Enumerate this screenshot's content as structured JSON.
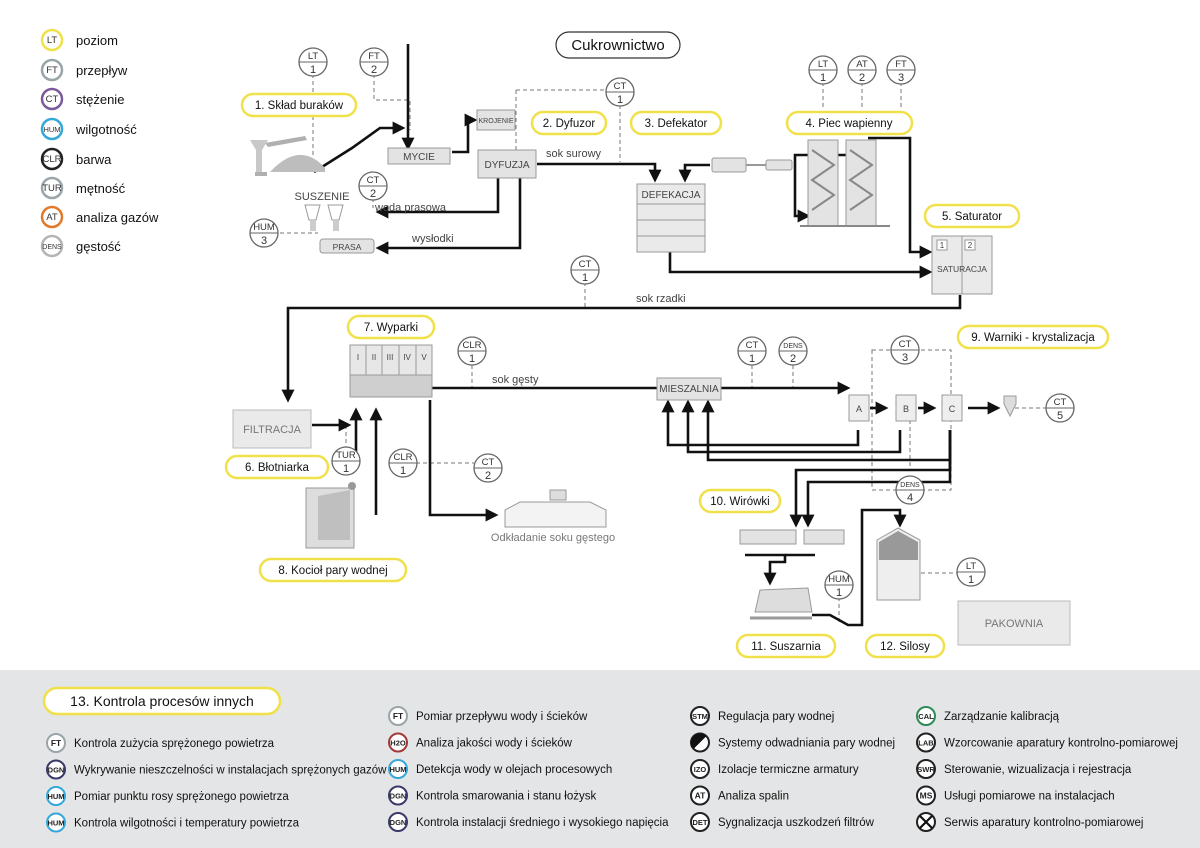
{
  "title": "Cukrownictwo",
  "legend": [
    {
      "code": "LT",
      "label": "poziom",
      "color": "#f0e14a"
    },
    {
      "code": "FT",
      "label": "przepływ",
      "color": "#9aa5a9"
    },
    {
      "code": "CT",
      "label": "stężenie",
      "color": "#7a5a9b"
    },
    {
      "code": "HUM",
      "label": "wilgotność",
      "color": "#34a8d8"
    },
    {
      "code": "CLR",
      "label": "barwa",
      "color": "#222222"
    },
    {
      "code": "TUR",
      "label": "mętność",
      "color": "#9aa5a9"
    },
    {
      "code": "AT",
      "label": "analiza gazów",
      "color": "#e07a2a"
    },
    {
      "code": "DENS",
      "label": "gęstość",
      "color": "#b5b5b5"
    }
  ],
  "stages": [
    "1. Skład buraków",
    "2. Dyfuzor",
    "3. Defekator",
    "4. Piec wapienny",
    "5. Saturator",
    "6. Błotniarka",
    "7. Wyparki",
    "8. Kocioł pary wodnej",
    "9. Warniki - krystalizacja",
    "10. Wirówki",
    "11. Suszarnia",
    "12. Silosy"
  ],
  "process_labels": {
    "suszenie": "SUSZENIE",
    "mycie": "MYCIE",
    "krojenie": "KROJENIE",
    "dyfuzja": "DYFUZJA",
    "prasa": "PRASA",
    "defekacja": "DEFEKACJA",
    "saturacja": "SATURACJA",
    "filtracja": "FILTRACJA",
    "mieszalnia": "MIESZALNIA",
    "pakownia": "PAKOWNIA",
    "odkladanie": "Odkładanie soku gęstego",
    "evaporator_cells": [
      "I",
      "II",
      "III",
      "IV",
      "V"
    ],
    "saturator_cells": [
      "1",
      "2"
    ],
    "crystallizers": [
      "A",
      "B",
      "C"
    ]
  },
  "flow_labels": {
    "woda_prasowa": "woda prasowa",
    "wyslodki": "wysłodki",
    "sok_surowy": "sok surowy",
    "sok_rzadki": "sok rzadki",
    "sok_gesty": "sok gęsty"
  },
  "instruments": [
    {
      "id": "lt1-sklad",
      "sym": "LT",
      "num": "1"
    },
    {
      "id": "ft2-sklad",
      "sym": "FT",
      "num": "2"
    },
    {
      "id": "ct2-prasa",
      "sym": "CT",
      "num": "2"
    },
    {
      "id": "hum3-prasa",
      "sym": "HUM",
      "num": "3"
    },
    {
      "id": "ct1-dyfuzja",
      "sym": "CT",
      "num": "1"
    },
    {
      "id": "lt1-piec",
      "sym": "LT",
      "num": "1"
    },
    {
      "id": "at2-piec",
      "sym": "AT",
      "num": "2"
    },
    {
      "id": "ft3-piec",
      "sym": "FT",
      "num": "3"
    },
    {
      "id": "ct1-sokrzadki",
      "sym": "CT",
      "num": "1"
    },
    {
      "id": "clr1-wyparki",
      "sym": "CLR",
      "num": "1"
    },
    {
      "id": "tur1-blotniarka",
      "sym": "TUR",
      "num": "1"
    },
    {
      "id": "clr1-kociol",
      "sym": "CLR",
      "num": "1"
    },
    {
      "id": "ct2-kociol",
      "sym": "CT",
      "num": "2"
    },
    {
      "id": "ct1-mieszalnia",
      "sym": "CT",
      "num": "1"
    },
    {
      "id": "dens2-mieszalnia",
      "sym": "DENS",
      "num": "2"
    },
    {
      "id": "ct3-warniki",
      "sym": "CT",
      "num": "3"
    },
    {
      "id": "dens4-warniki",
      "sym": "DENS",
      "num": "4"
    },
    {
      "id": "ct5-out",
      "sym": "CT",
      "num": "5"
    },
    {
      "id": "hum1-suszarnia",
      "sym": "HUM",
      "num": "1"
    },
    {
      "id": "lt1-silosy",
      "sym": "LT",
      "num": "1"
    }
  ],
  "bottom": {
    "title": "13. Kontrola procesów innych",
    "columns": [
      [
        {
          "sym": "FT",
          "text": "Kontrola zużycia sprężonego powietrza",
          "color": "#9aa5a9"
        },
        {
          "sym": "DGN",
          "text": "Wykrywanie nieszczelności w instalacjach sprężonych gazów",
          "color": "#3a3a6a"
        },
        {
          "sym": "HUM",
          "text": "Pomiar punktu rosy sprężonego powietrza",
          "color": "#34a8d8"
        },
        {
          "sym": "HUM",
          "text": "Kontrola wilgotności i temperatury powietrza",
          "color": "#34a8d8"
        }
      ],
      [
        {
          "sym": "FT",
          "text": "Pomiar przepływu wody i ścieków",
          "color": "#9aa5a9"
        },
        {
          "sym": "H2O",
          "text": "Analiza jakości wody i ścieków",
          "color": "#a33a3a"
        },
        {
          "sym": "HUM",
          "text": "Detekcja wody w olejach procesowych",
          "color": "#34a8d8"
        },
        {
          "sym": "DGN",
          "text": "Kontrola smarowania i stanu łożysk",
          "color": "#3a3a6a"
        },
        {
          "sym": "DGN",
          "text": "Kontrola instalacji średniego i wysokiego napięcia",
          "color": "#3a3a6a"
        }
      ],
      [
        {
          "sym": "STM",
          "text": "Regulacja pary wodnej",
          "color": "#222222"
        },
        {
          "sym": "half-circle",
          "text": "Systemy odwadniania pary wodnej",
          "color": "#222222"
        },
        {
          "sym": "IZO",
          "text": "Izolacje termiczne armatury",
          "color": "#222222"
        },
        {
          "sym": "AT",
          "text": "Analiza spalin",
          "color": "#222222"
        },
        {
          "sym": "DET",
          "text": "Sygnalizacja uszkodzeń filtrów",
          "color": "#222222"
        }
      ],
      [
        {
          "sym": "CAL",
          "text": "Zarządzanie kalibracją",
          "color": "#2e8b57"
        },
        {
          "sym": "LAB",
          "text": "Wzorcowanie aparatury kontrolno-pomiarowej",
          "color": "#222222"
        },
        {
          "sym": "SWR",
          "text": "Sterowanie, wizualizacja i rejestracja",
          "color": "#222222"
        },
        {
          "sym": "MS",
          "text": "Usługi pomiarowe na instalacjach",
          "color": "#222222"
        },
        {
          "sym": "wrench-icon",
          "text": "Serwis aparatury kontrolno-pomiarowej",
          "color": "#222222"
        }
      ]
    ]
  }
}
